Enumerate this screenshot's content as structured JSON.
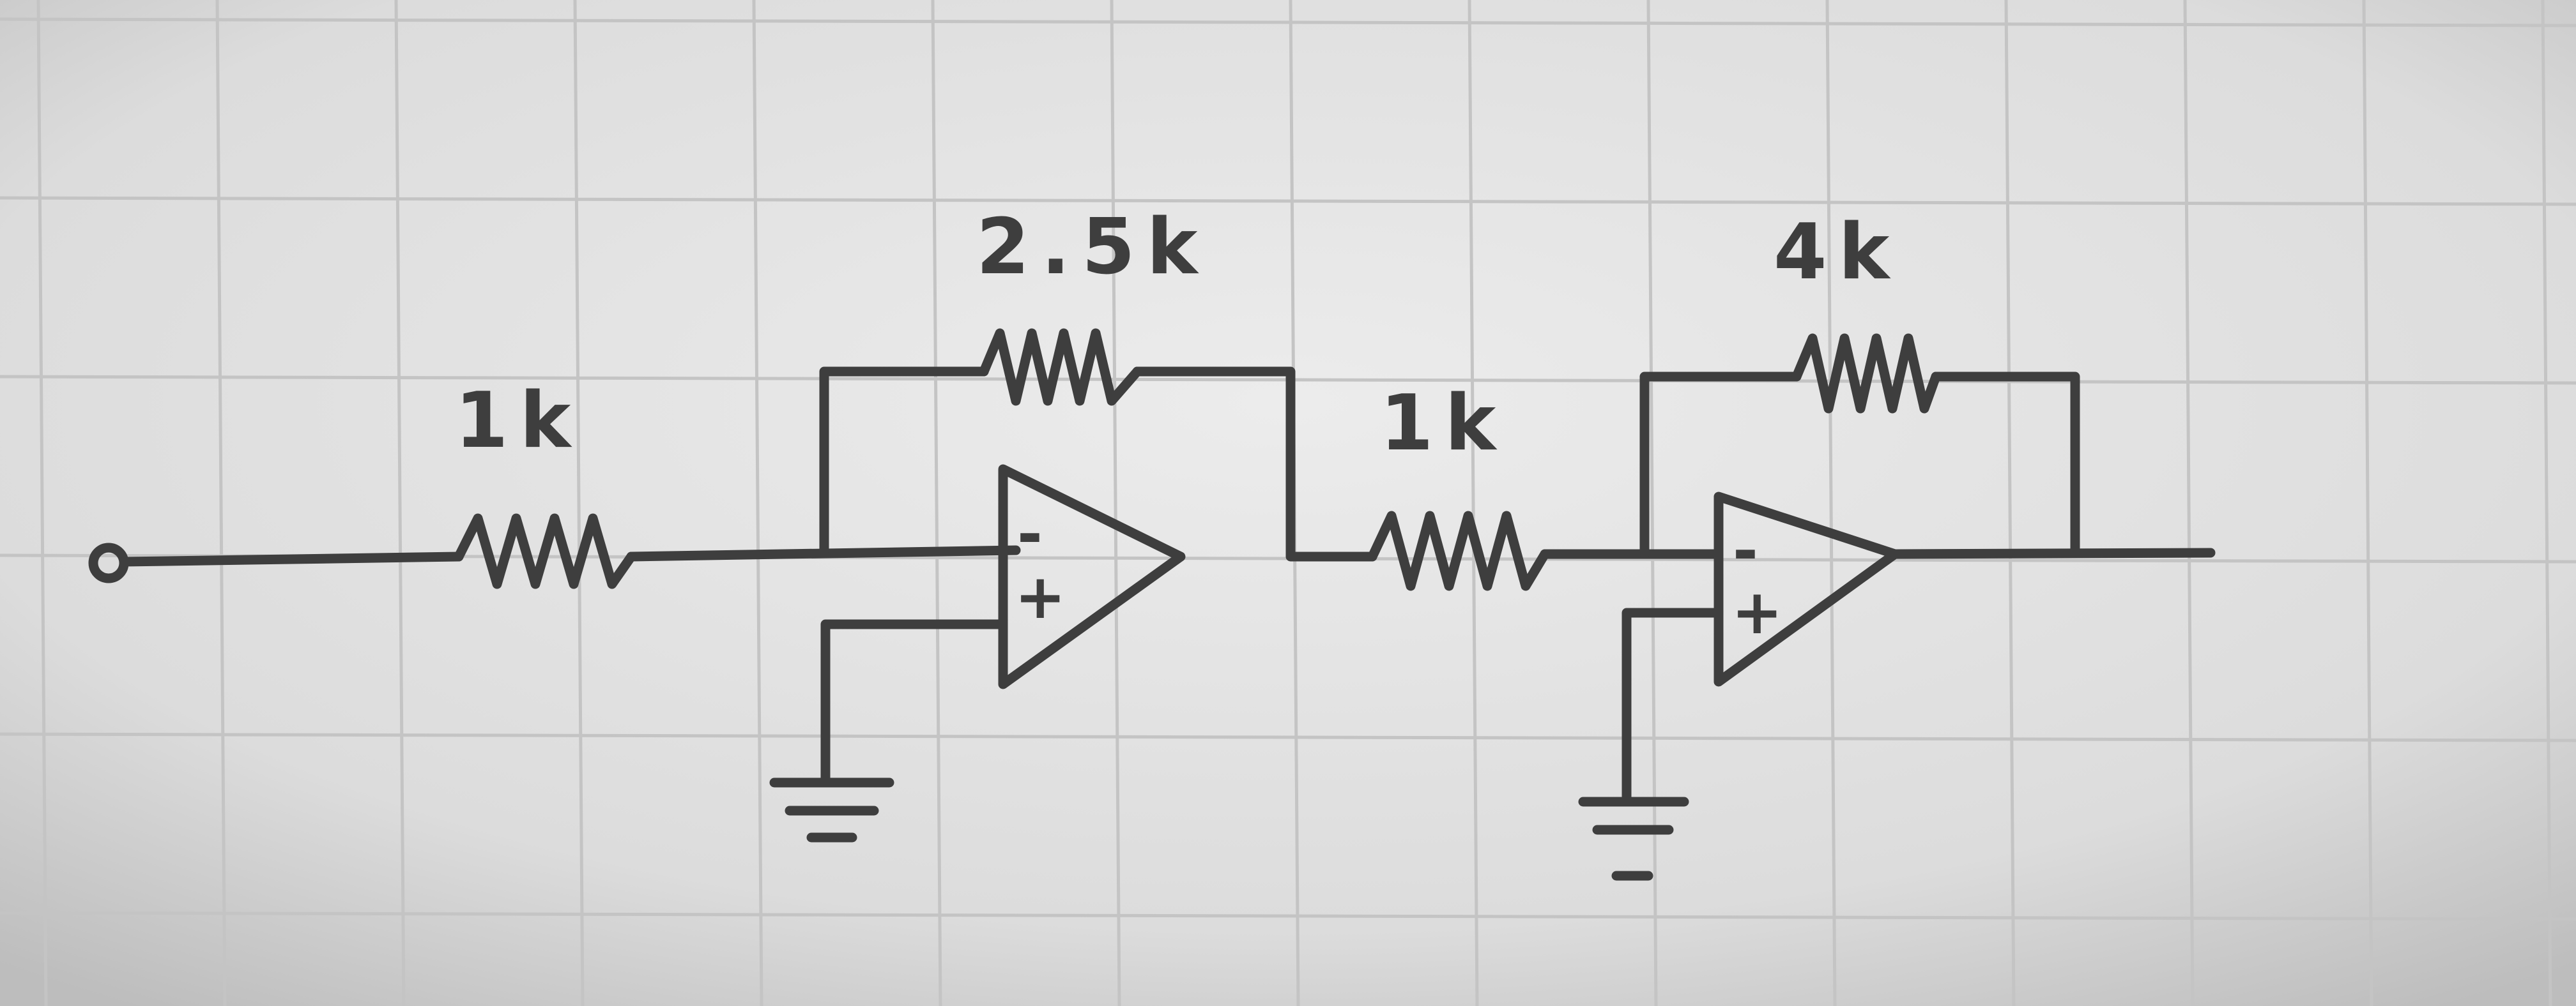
{
  "components": {
    "r1": {
      "label": "1k"
    },
    "r2": {
      "label": "2.5k"
    },
    "r3": {
      "label": "1k"
    },
    "r4": {
      "label": "4k"
    }
  },
  "opamps": [
    {
      "minus": "-",
      "plus": "+"
    },
    {
      "minus": "-",
      "plus": "+"
    }
  ],
  "colors": {
    "paper": "#d6d6d6",
    "ink": "#3e3e3e",
    "grid": "#c4c4c4"
  }
}
